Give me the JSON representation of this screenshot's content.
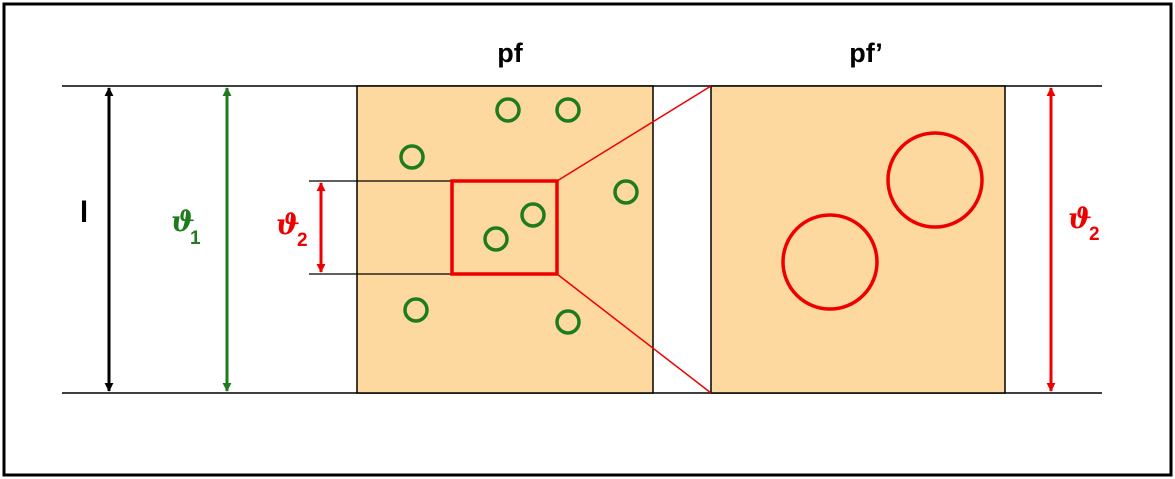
{
  "labels": {
    "pf": "pf",
    "pf_prime": "pf’",
    "l": "l",
    "theta1_symbol": "ϑ",
    "theta1_sub": "1",
    "theta2_symbol": "ϑ",
    "theta2_sub": "2",
    "theta2_right_symbol": "ϑ",
    "theta2_right_sub": "2"
  },
  "colors": {
    "fill": "#FDD9A0",
    "green": "#1E7B1E",
    "red": "#EE0000",
    "black": "#000000"
  }
}
